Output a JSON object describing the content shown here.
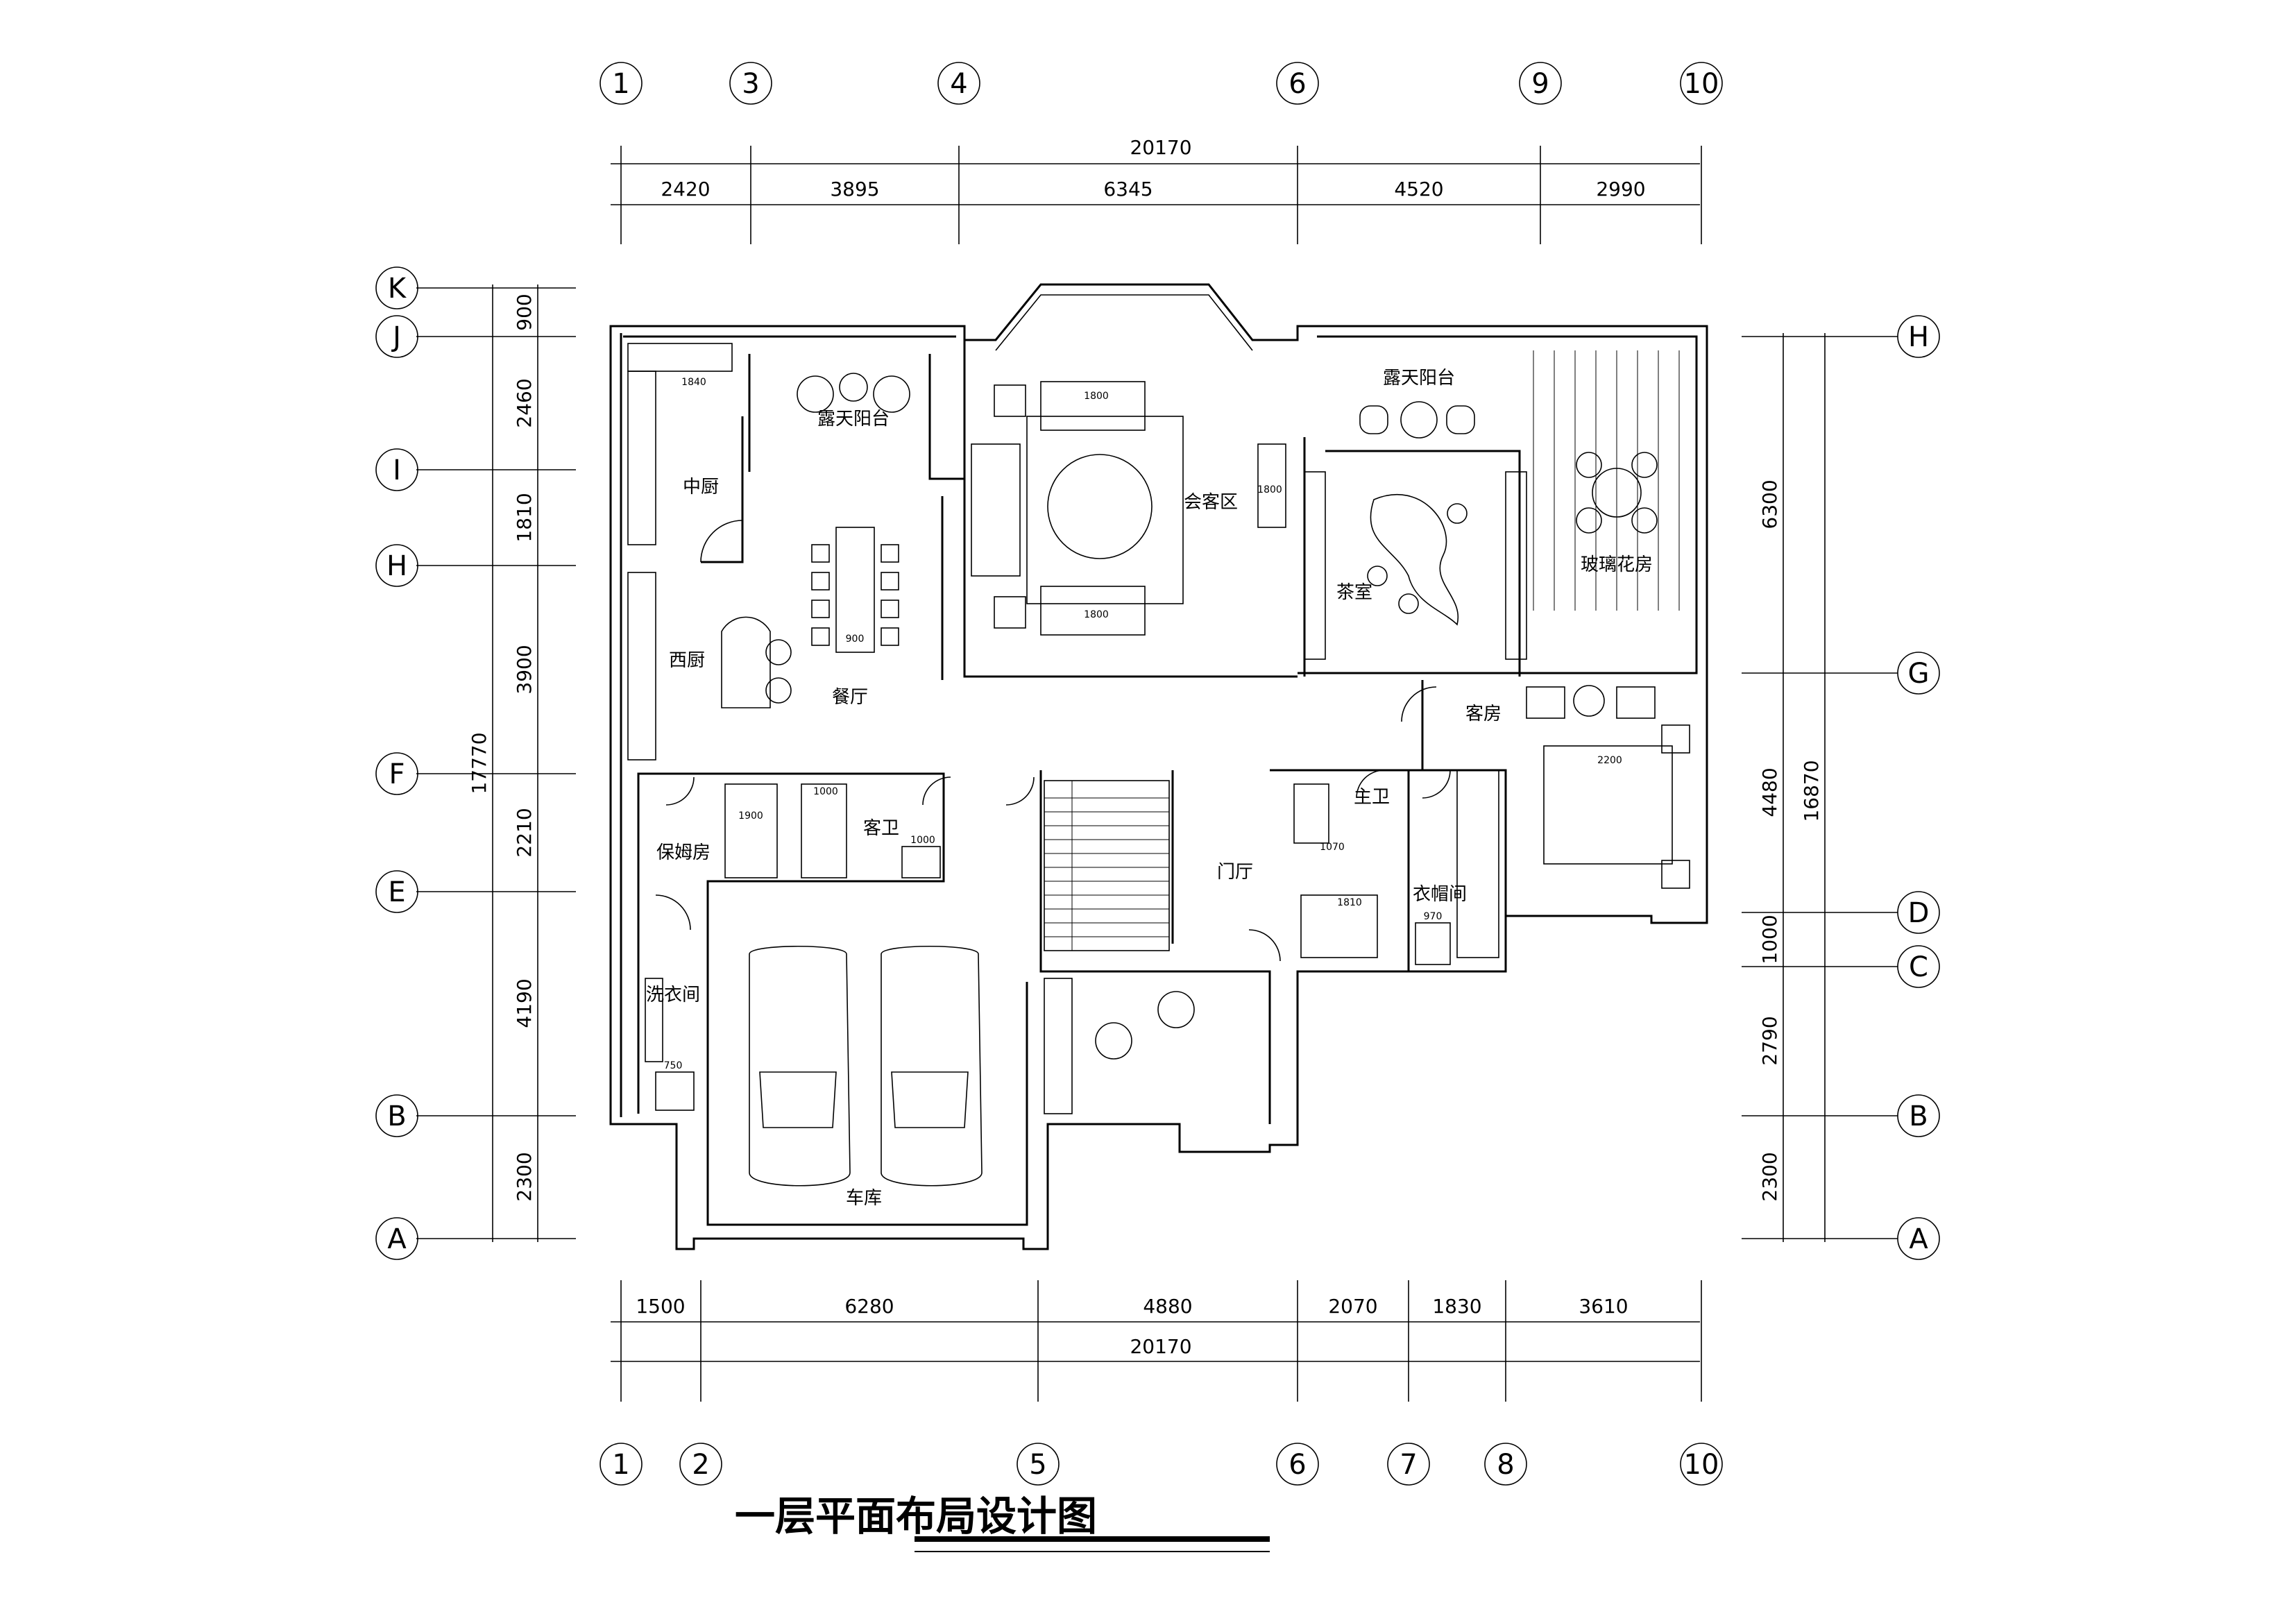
{
  "title": "一层平面布局设计图",
  "axes": {
    "top": [
      "1",
      "3",
      "4",
      "6",
      "9",
      "10"
    ],
    "bottom": [
      "1",
      "2",
      "5",
      "6",
      "7",
      "8",
      "10"
    ],
    "left": [
      "K",
      "J",
      "I",
      "H",
      "F",
      "E",
      "B",
      "A"
    ],
    "right": [
      "H",
      "G",
      "D",
      "C",
      "B",
      "A"
    ]
  },
  "dimensions": {
    "top_total": "20170",
    "top_segments": [
      "2420",
      "3895",
      "6345",
      "4520",
      "2990"
    ],
    "bottom_segments": [
      "1500",
      "6280",
      "4880",
      "2070",
      "1830",
      "3610"
    ],
    "bottom_total": "20170",
    "left_total": "17770",
    "left_segments": [
      "900",
      "2460",
      "1810",
      "3900",
      "2210",
      "4190",
      "2300"
    ],
    "right_total": "16870",
    "right_segments": [
      "6300",
      "4480",
      "1000",
      "2790",
      "2300"
    ]
  },
  "rooms": {
    "kitchen_center": "中厨",
    "terrace_left": "露天阳台",
    "western_kitchen": "西厨",
    "dining": "餐厅",
    "living": "会客区",
    "terrace_right": "露天阳台",
    "tea_room": "茶室",
    "glass_garden": "玻璃花房",
    "guest_room": "客房",
    "nanny_room": "保姆房",
    "guest_bath": "客卫",
    "master_bath": "主卫",
    "foyer": "门厅",
    "closet": "衣帽间",
    "laundry": "洗衣间",
    "garage": "车库"
  },
  "annotations": {
    "sofa_top": "1800",
    "sofa_bottom": "1800",
    "kitchen_counter": "1840",
    "table": "900",
    "nanny_bed": "1900",
    "guest_bath_a": "1000",
    "guest_bath_b": "1000",
    "master_bath_a": "1070",
    "master_bath_b": "1810",
    "guest_bed": "2200",
    "closet_a": "970",
    "laundry_a": "750",
    "wall_a": "1800"
  }
}
